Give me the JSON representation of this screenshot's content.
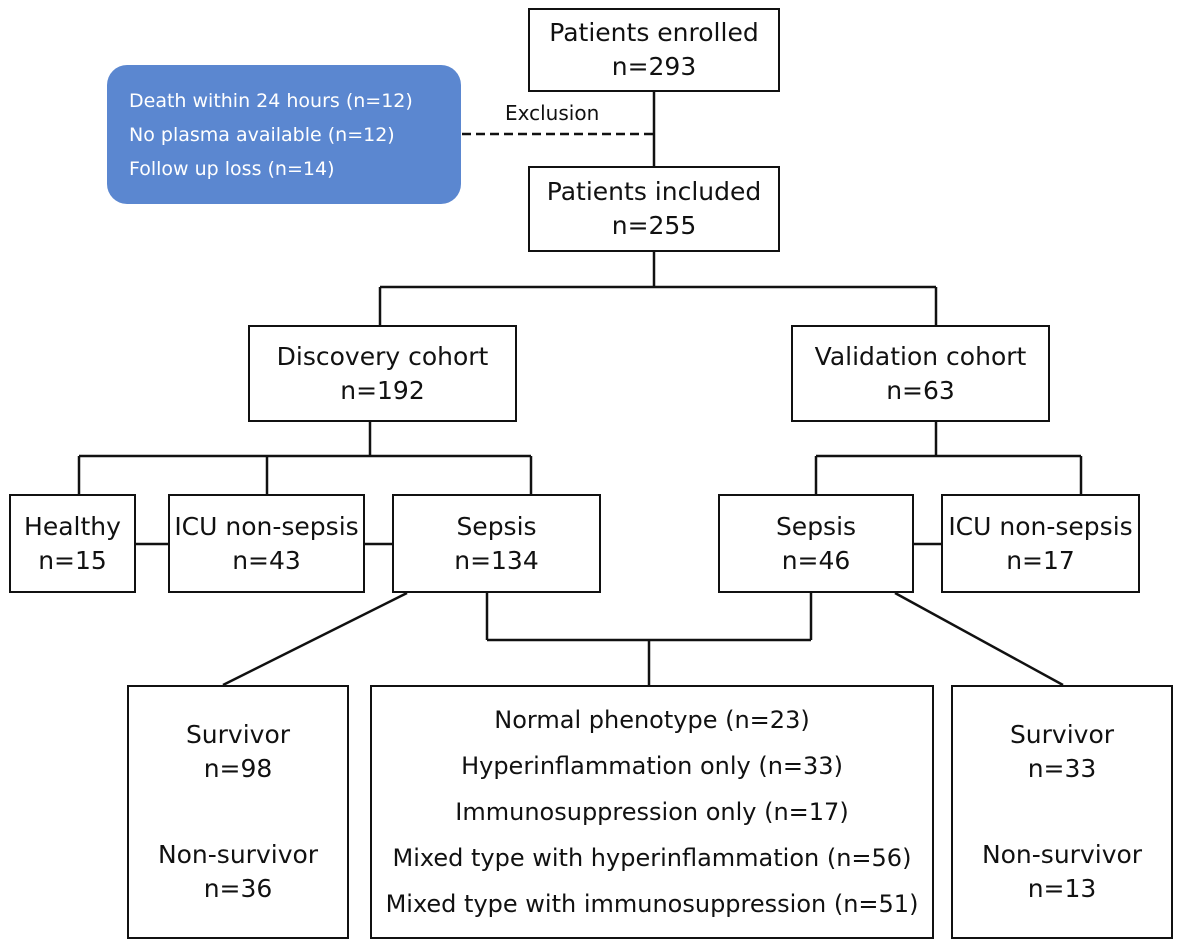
{
  "colors": {
    "line": "#111111",
    "exclusion_fill": "#5b87d0",
    "exclusion_text": "#ffffff"
  },
  "enrolled": {
    "title": "Patients enrolled",
    "n": "n=293"
  },
  "exclusion": {
    "label": "Exclusion",
    "items": [
      "Death within 24 hours (n=12)",
      "No plasma available (n=12)",
      "Follow up loss (n=14)"
    ]
  },
  "included": {
    "title": "Patients included",
    "n": "n=255"
  },
  "discovery": {
    "title": "Discovery cohort",
    "n": "n=192",
    "healthy": {
      "title": "Healthy",
      "n": "n=15"
    },
    "icu": {
      "title": "ICU non-sepsis",
      "n": "n=43"
    },
    "sepsis": {
      "title": "Sepsis",
      "n": "n=134"
    },
    "outcome": {
      "survivor": "Survivor",
      "survivor_n": "n=98",
      "nonsurvivor": "Non-survivor",
      "nonsurvivor_n": "n=36"
    }
  },
  "validation": {
    "title": "Validation cohort",
    "n": "n=63",
    "sepsis": {
      "title": "Sepsis",
      "n": "n=46"
    },
    "icu": {
      "title": "ICU non-sepsis",
      "n": "n=17"
    },
    "outcome": {
      "survivor": "Survivor",
      "survivor_n": "n=33",
      "nonsurvivor": "Non-survivor",
      "nonsurvivor_n": "n=13"
    }
  },
  "phenotypes": [
    "Normal phenotype (n=23)",
    "Hyperinflammation only (n=33)",
    "Immunosuppression only (n=17)",
    "Mixed type with hyperinflammation (n=56)",
    "Mixed type with immunosuppression (n=51)"
  ]
}
